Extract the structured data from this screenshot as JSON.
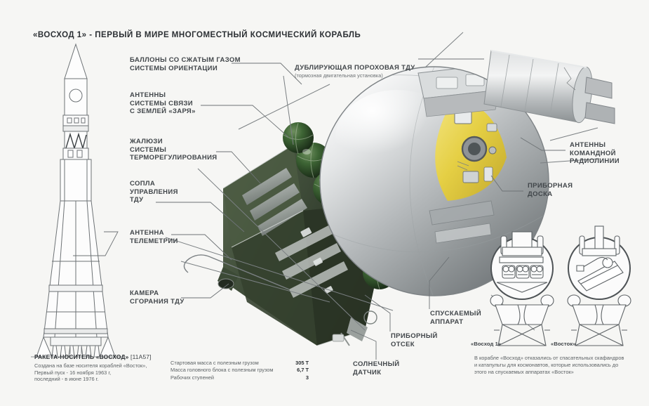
{
  "title": "«ВОСХОД 1» - ПЕРВЫЙ В МИРЕ МНОГОМЕСТНЫЙ КОСМИЧЕСКИЙ КОРАБЛЬ",
  "colors": {
    "background": "#f6f6f4",
    "text": "#41464a",
    "title": "#2b2f33",
    "tank_green": "#2d5329",
    "panel_yellow": "#e8d44a",
    "hull_silver": "#b9bcbe",
    "line": "#6e7376"
  },
  "callouts": [
    {
      "id": "gas-tanks",
      "text": "БАЛЛОНЫ СО СЖАТЫМ ГАЗОМ\nСИСТЕМЫ ОРИЕНТАЦИИ"
    },
    {
      "id": "zarya-antennas",
      "text": "АНТЕННЫ\nСИСТЕМЫ СВЯЗИ\nС ЗЕМЛЕЙ «ЗАРЯ»"
    },
    {
      "id": "louvers",
      "text": "ЖАЛЮЗИ\nСИСТЕМЫ\nТЕРМОРЕГУЛИРОВАНИЯ"
    },
    {
      "id": "tdu-nozzles",
      "text": "СОПЛА\nУПРАВЛЕНИЯ\nТДУ"
    },
    {
      "id": "telemetry",
      "text": "АНТЕННА\nТЕЛЕМЕТРИИ"
    },
    {
      "id": "tdu-chamber",
      "text": "КАМЕРА\nСГОРАНИЯ ТДУ"
    },
    {
      "id": "backup-tdu",
      "text": "ДУБЛИРУЮЩАЯ ПОРОХОВАЯ ТДУ",
      "subtitle": "(тормозная двигательная установка)"
    },
    {
      "id": "command-radio",
      "text": "АНТЕННЫ\nКОМАНДНОЙ\nРАДИОЛИНИИ"
    },
    {
      "id": "instrument-board",
      "text": "ПРИБОРНАЯ\nДОСКА"
    },
    {
      "id": "descent-module",
      "text": "СПУСКАЕМЫЙ\nАППАРАТ"
    },
    {
      "id": "instrument-bay",
      "text": "ПРИБОРНЫЙ\nОТСЕК"
    },
    {
      "id": "sun-sensor",
      "text": "СОЛНЕЧНЫЙ\nДАТЧИК"
    }
  ],
  "rocket_caption": {
    "name": "РАКЕТА-НОСИТЕЛЬ «ВОСХОД»",
    "index": "[11А57]",
    "lines": [
      "Создана на базе носителя кораблей «Восток»,",
      "Первый пуск - 16 ноября 1963 г,",
      "последний - в июне 1976 г."
    ]
  },
  "specs": {
    "rows": [
      {
        "label": "Стартовая масса с полезным грузом",
        "value": "305 Т"
      },
      {
        "label": "Масса головного блока с полезным грузом",
        "value": "6,7 Т"
      },
      {
        "label": "Рабочих ступеней",
        "value": "3"
      }
    ]
  },
  "capsules": [
    {
      "id": "voskhod-1",
      "label": "«Восход 1»",
      "seats": 3
    },
    {
      "id": "vostok",
      "label": "«Восток»",
      "seats": 1
    }
  ],
  "note": "В корабле «Восход» отказались от спасательных скафандров и катапульты для космонавтов, которые использовались до этого на спускаемых аппаратах «Восток»"
}
